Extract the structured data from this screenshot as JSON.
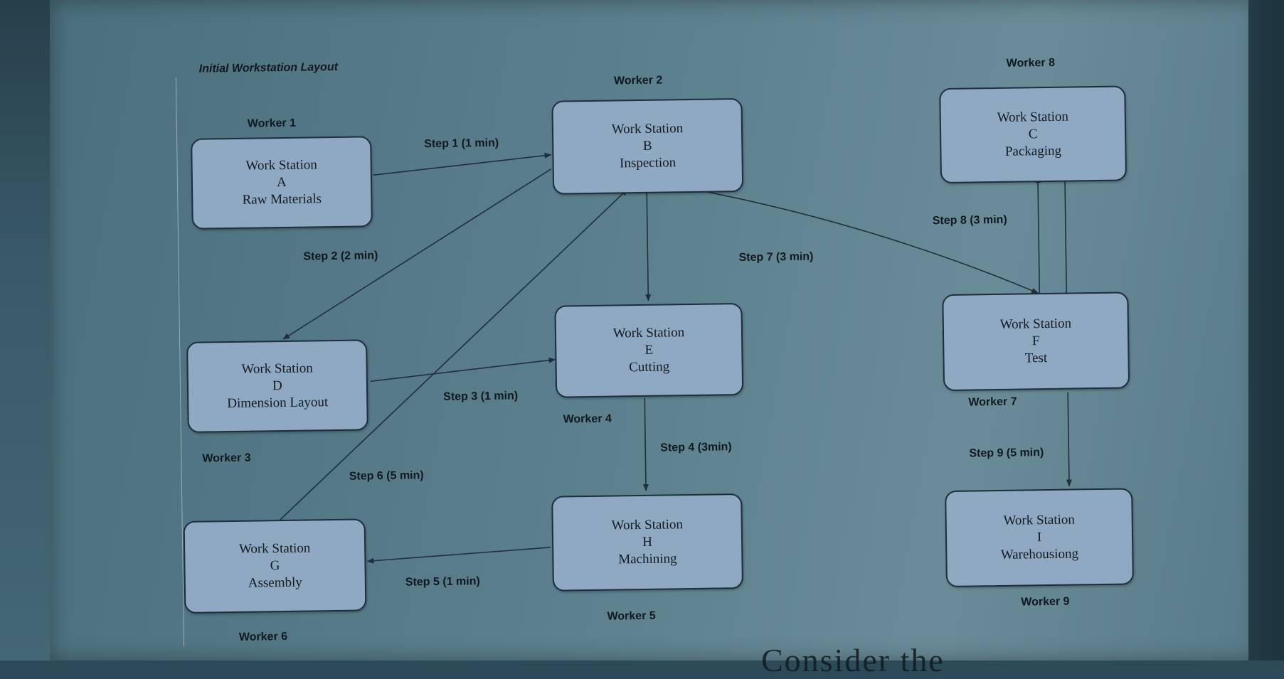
{
  "diagram": {
    "title": "Initial Workstation Layout",
    "stations": [
      {
        "id": "A",
        "lines": [
          "Work Station",
          "A",
          "Raw Materials"
        ]
      },
      {
        "id": "B",
        "lines": [
          "Work Station",
          "B",
          "Inspection"
        ]
      },
      {
        "id": "C",
        "lines": [
          "Work Station",
          "C",
          "Packaging"
        ]
      },
      {
        "id": "D",
        "lines": [
          "Work Station",
          "D",
          "Dimension Layout"
        ]
      },
      {
        "id": "E",
        "lines": [
          "Work Station",
          "E",
          "Cutting"
        ]
      },
      {
        "id": "F",
        "lines": [
          "Work Station",
          "F",
          "Test"
        ]
      },
      {
        "id": "G",
        "lines": [
          "Work Station",
          "G",
          "Assembly"
        ]
      },
      {
        "id": "H",
        "lines": [
          "Work Station",
          "H",
          "Machining"
        ]
      },
      {
        "id": "I",
        "lines": [
          "Work Station",
          "I",
          "Warehousiong"
        ]
      }
    ],
    "workers": [
      "Worker 1",
      "Worker 2",
      "Worker 8",
      "Worker 3",
      "Worker 4",
      "Worker 7",
      "Worker 6",
      "Worker 5",
      "Worker 9"
    ],
    "steps": [
      "Step 1 (1 min)",
      "Step 2 (2 min)",
      "Step 3 (1 min)",
      "Step 4 (3min)",
      "Step 5 (1 min)",
      "Step 6 (5 min)",
      "Step 7 (3 min)",
      "Step 8 (3 min)",
      "Step 9 (5 min)"
    ],
    "colors": {
      "box_fill": "#8fa9c3",
      "box_border": "#1d2e3c",
      "arrow": "#1f2f3c"
    }
  },
  "page_footer_fragment": "Consider the"
}
